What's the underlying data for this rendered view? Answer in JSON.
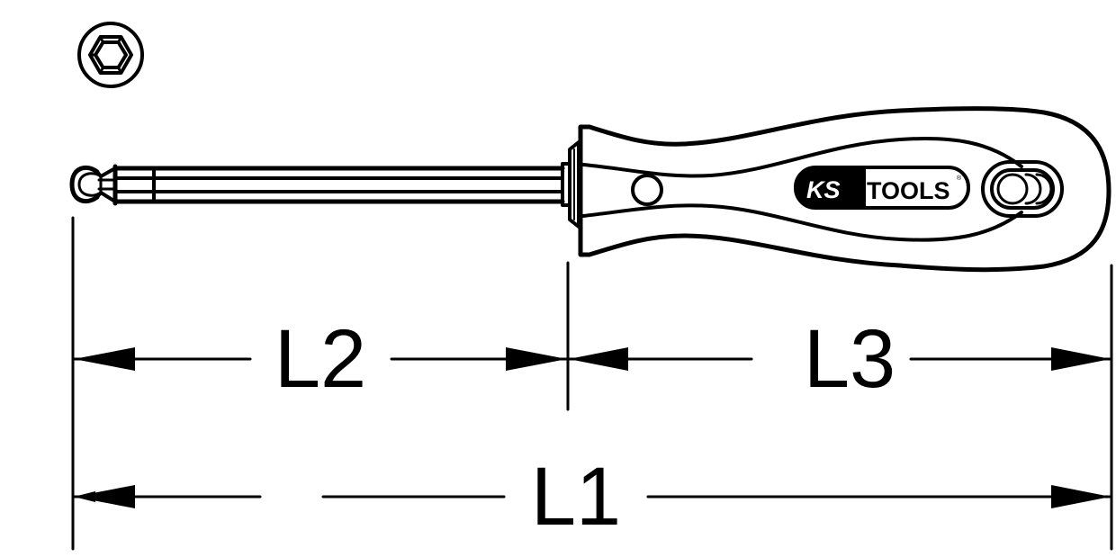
{
  "diagram": {
    "subject": "Ball-end hex screwdriver with handle — dimension drawing",
    "colors": {
      "line": "#000000",
      "background": "#ffffff"
    },
    "end_view": {
      "icon": "hex-socket-end-view"
    },
    "handle": {
      "logo": {
        "ks": "KS",
        "tools": "TOOLS",
        "registered": "®"
      }
    },
    "dimensions": {
      "l1": {
        "label": "L1",
        "meaning": "overall length"
      },
      "l2": {
        "label": "L2",
        "meaning": "blade length"
      },
      "l3": {
        "label": "L3",
        "meaning": "handle length"
      }
    }
  }
}
